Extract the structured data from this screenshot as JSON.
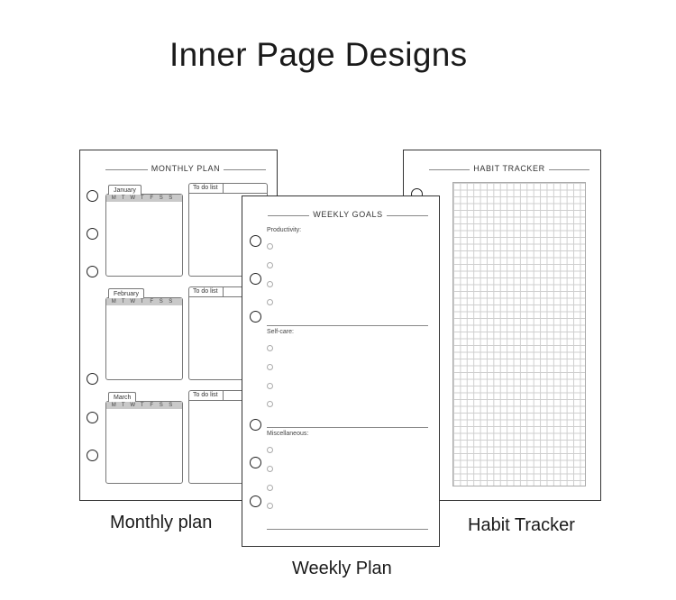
{
  "heading": "Inner Page Designs",
  "monthly": {
    "header": "MONTHLY PLAN",
    "months": [
      "January",
      "February",
      "March"
    ],
    "days": [
      "M",
      "T",
      "W",
      "T",
      "F",
      "S",
      "S"
    ],
    "todo_label": "To do list",
    "caption": "Monthly plan"
  },
  "weekly": {
    "header": "WEEKLY GOALS",
    "sections": [
      "Productivity:",
      "Self-care:",
      "Miscellaneous:"
    ],
    "caption": "Weekly Plan"
  },
  "habit": {
    "header": "HABIT TRACKER",
    "caption": "Habit Tracker"
  }
}
